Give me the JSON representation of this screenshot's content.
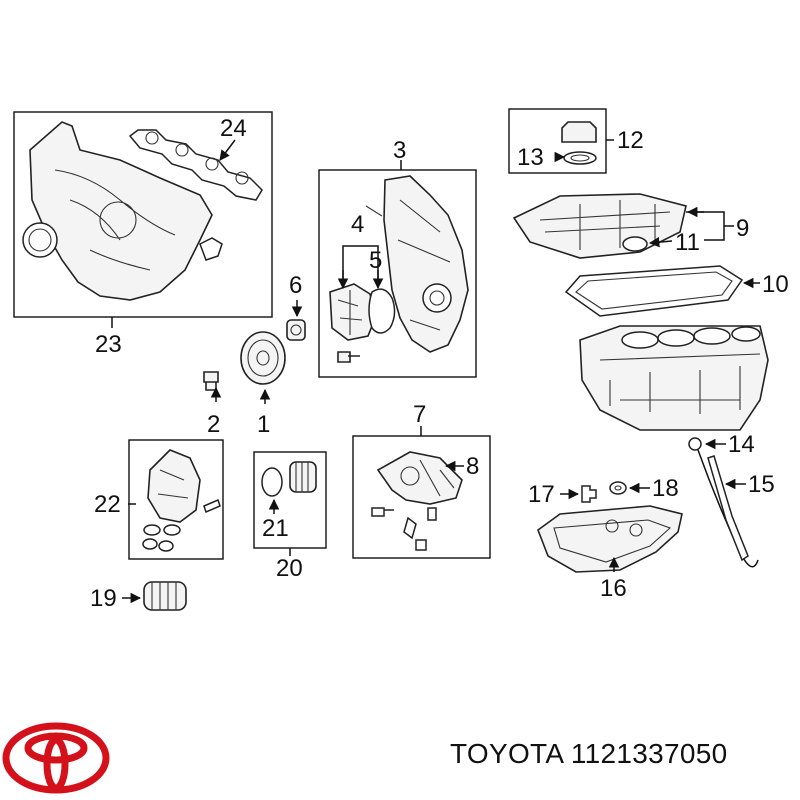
{
  "callouts": {
    "c1": "1",
    "c2": "2",
    "c3": "3",
    "c4": "4",
    "c5": "5",
    "c6": "6",
    "c7": "7",
    "c8": "8",
    "c9": "9",
    "c10": "10",
    "c11": "11",
    "c12": "12",
    "c13": "13",
    "c14": "14",
    "c15": "15",
    "c16": "16",
    "c17": "17",
    "c18": "18",
    "c19": "19",
    "c20": "20",
    "c21": "21",
    "c22": "22",
    "c23": "23",
    "c24": "24"
  },
  "footer": {
    "caption": "TOYOTA 1121337050",
    "brand_color": "#d4101a",
    "logo_icon": "toyota-logo"
  }
}
